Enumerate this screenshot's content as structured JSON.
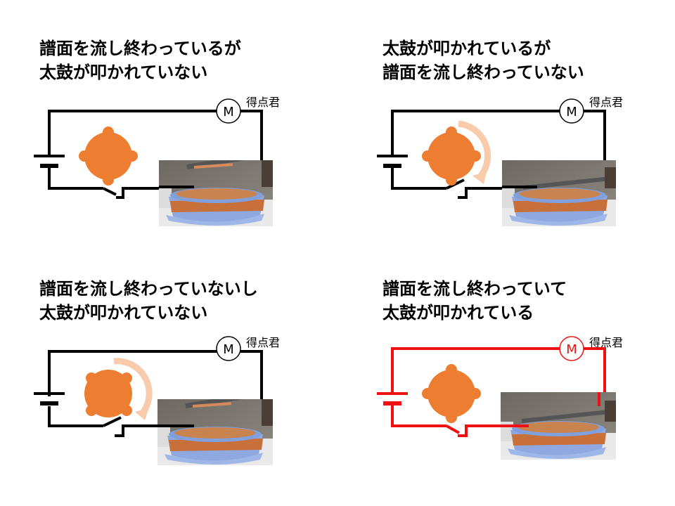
{
  "panels": [
    {
      "title_line1": "譜面を流し終わっているが",
      "title_line2": "太鼓が叩かれていない",
      "motor_symbol": "M",
      "motor_label": "得点君",
      "arrow": false,
      "circuit_closed": false
    },
    {
      "title_line1": "太鼓が叩かれているが",
      "title_line2": "譜面を流し終わっていない",
      "motor_symbol": "M",
      "motor_label": "得点君",
      "arrow": true,
      "circuit_closed": false
    },
    {
      "title_line1": "譜面を流し終わっていないし",
      "title_line2": "太鼓が叩かれていない",
      "motor_symbol": "M",
      "motor_label": "得点君",
      "arrow": true,
      "circuit_closed": false
    },
    {
      "title_line1": "譜面を流し終わっていて",
      "title_line2": "太鼓が叩かれている",
      "motor_symbol": "M",
      "motor_label": "得点君",
      "arrow": false,
      "circuit_closed": true
    }
  ],
  "colors": {
    "wire": "#000000",
    "active_wire": "#ee1111",
    "cam": "#ed7d31",
    "arrow": "#f8cbad"
  }
}
